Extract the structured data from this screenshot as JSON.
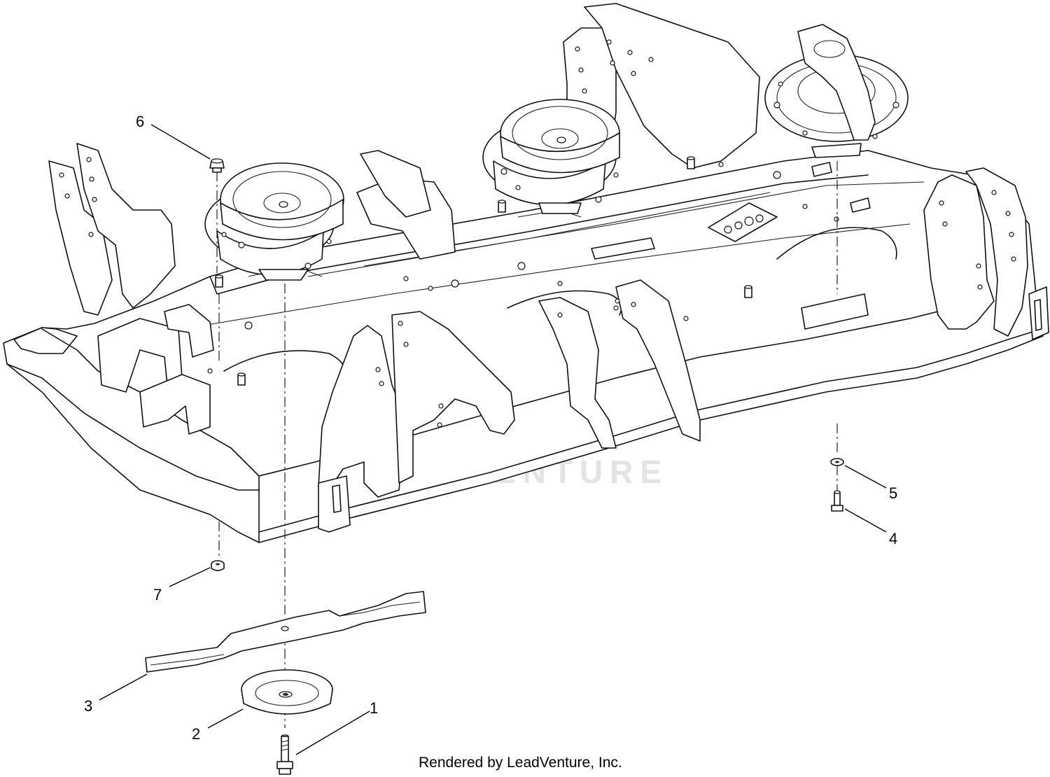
{
  "callouts": [
    {
      "id": "1",
      "label": "1"
    },
    {
      "id": "2",
      "label": "2"
    },
    {
      "id": "3",
      "label": "3"
    },
    {
      "id": "4",
      "label": "4"
    },
    {
      "id": "5",
      "label": "5"
    },
    {
      "id": "6",
      "label": "6"
    },
    {
      "id": "7",
      "label": "7"
    }
  ],
  "watermark": "LEADVENTURE",
  "footer": "Rendered by LeadVenture, Inc.",
  "colors": {
    "line": "#111111",
    "background": "#ffffff",
    "watermark": "#e3e3e3"
  }
}
